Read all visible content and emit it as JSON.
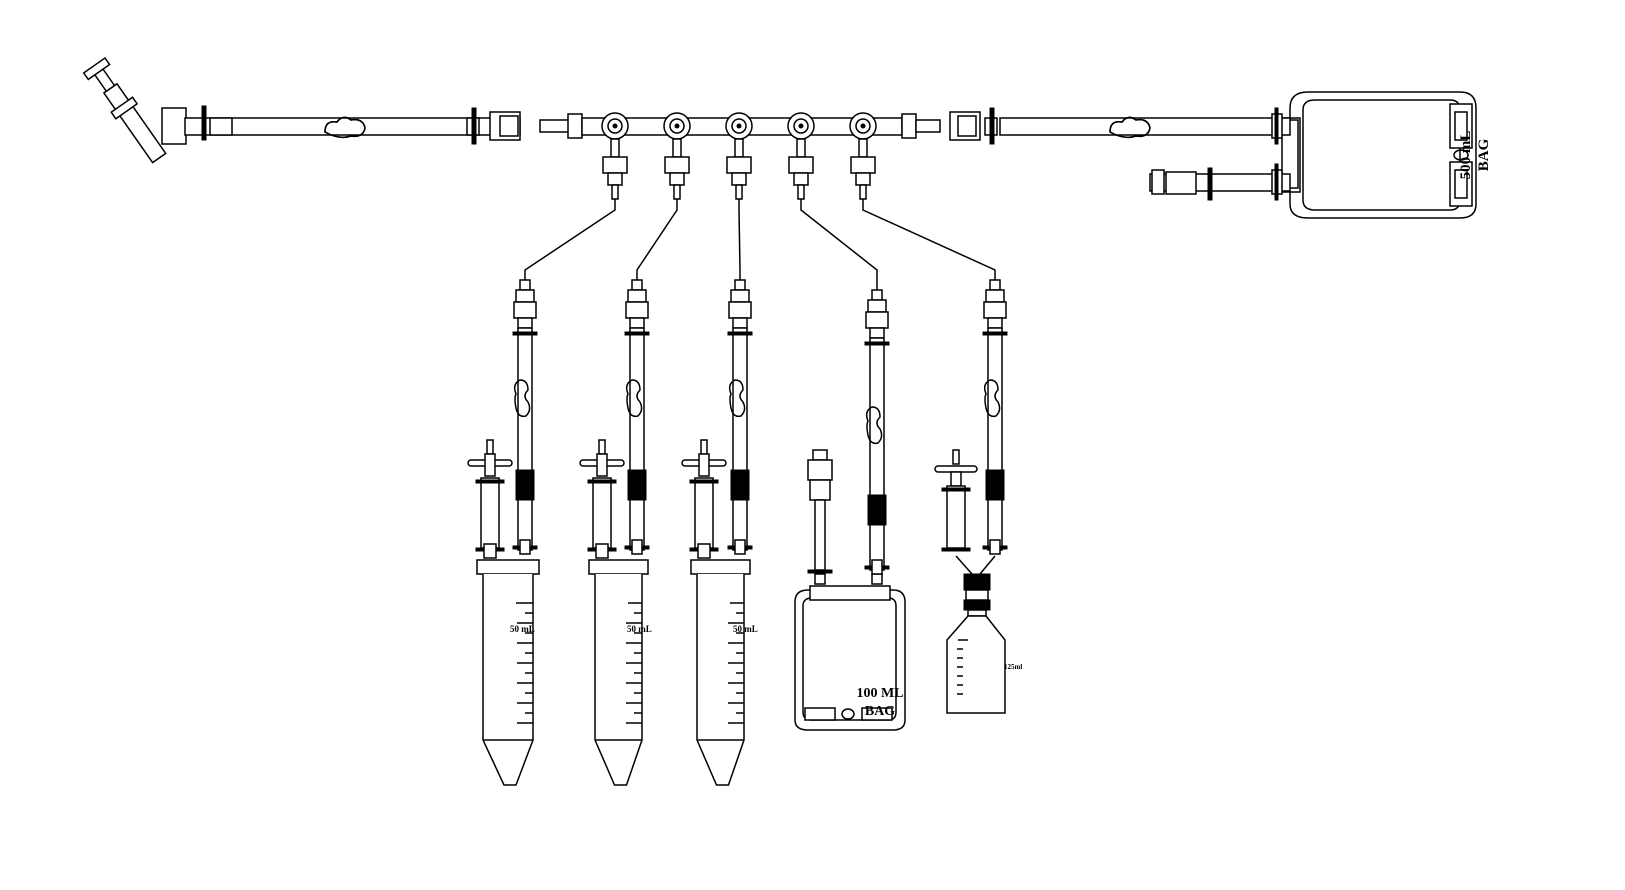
{
  "labels": {
    "main_bag": [
      "500 mL",
      "BAG"
    ],
    "small_bag": [
      "100 ML",
      "BAG"
    ],
    "tube_volume": "50 mL",
    "bottle_volume": "125ml"
  },
  "branches": [
    {
      "type": "tube"
    },
    {
      "type": "tube"
    },
    {
      "type": "tube"
    },
    {
      "type": "bag"
    },
    {
      "type": "bottle"
    }
  ]
}
